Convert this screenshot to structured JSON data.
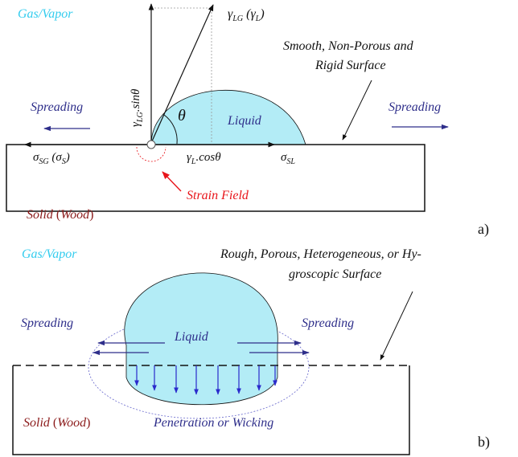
{
  "panel_a": {
    "label": "a)",
    "gas_label": "Gas/Vapor",
    "surface_label_line1": "Smooth, Non-Porous and",
    "surface_label_line2": "Rigid Surface",
    "spreading_left": "Spreading",
    "spreading_right": "Spreading",
    "liquid_label": "Liquid",
    "theta": "θ",
    "gamma_lg_main": "γ",
    "gamma_lg_sub": "LG",
    "gamma_lg_paren": " (γ",
    "gamma_lg_paren_sub": "L",
    "gamma_lg_close": ")",
    "vertical_main": "γ",
    "vertical_sub": "LG",
    "vertical_tail": ".sinθ",
    "horizontal_main": "γ",
    "horizontal_sub": "L",
    "horizontal_tail": ".cosθ",
    "sigma_sg_main": "σ",
    "sigma_sg_sub": "SG",
    "sigma_sg_paren": " (σ",
    "sigma_sg_paren_sub": "S",
    "sigma_sg_close": ")",
    "sigma_sl_main": "σ",
    "sigma_sl_sub": "SL",
    "strain_label": "Strain Field",
    "solid_word": "Solid",
    "solid_paren_open": " (",
    "solid_material": "Wood",
    "solid_paren_close": ")"
  },
  "panel_b": {
    "label": "b)",
    "gas_label": "Gas/Vapor",
    "surface_label_line1": "Rough, Porous, Heterogeneous, or Hy-",
    "surface_label_line2": "groscopic Surface",
    "spreading_left": "Spreading",
    "spreading_right": "Spreading",
    "liquid_label": "Liquid",
    "penetration_label": "Penetration or Wicking",
    "solid_word": "Solid",
    "solid_paren_open": " (",
    "solid_material": "Wood",
    "solid_paren_close": ")"
  },
  "colors": {
    "gas_text": "#33ccee",
    "spreading_text": "#2e2e8a",
    "strain_text": "#e8141a",
    "solid_text": "#8b1a1a",
    "liquid_fill": "#b3ecf6",
    "arrow_blue": "#2a2acc"
  }
}
